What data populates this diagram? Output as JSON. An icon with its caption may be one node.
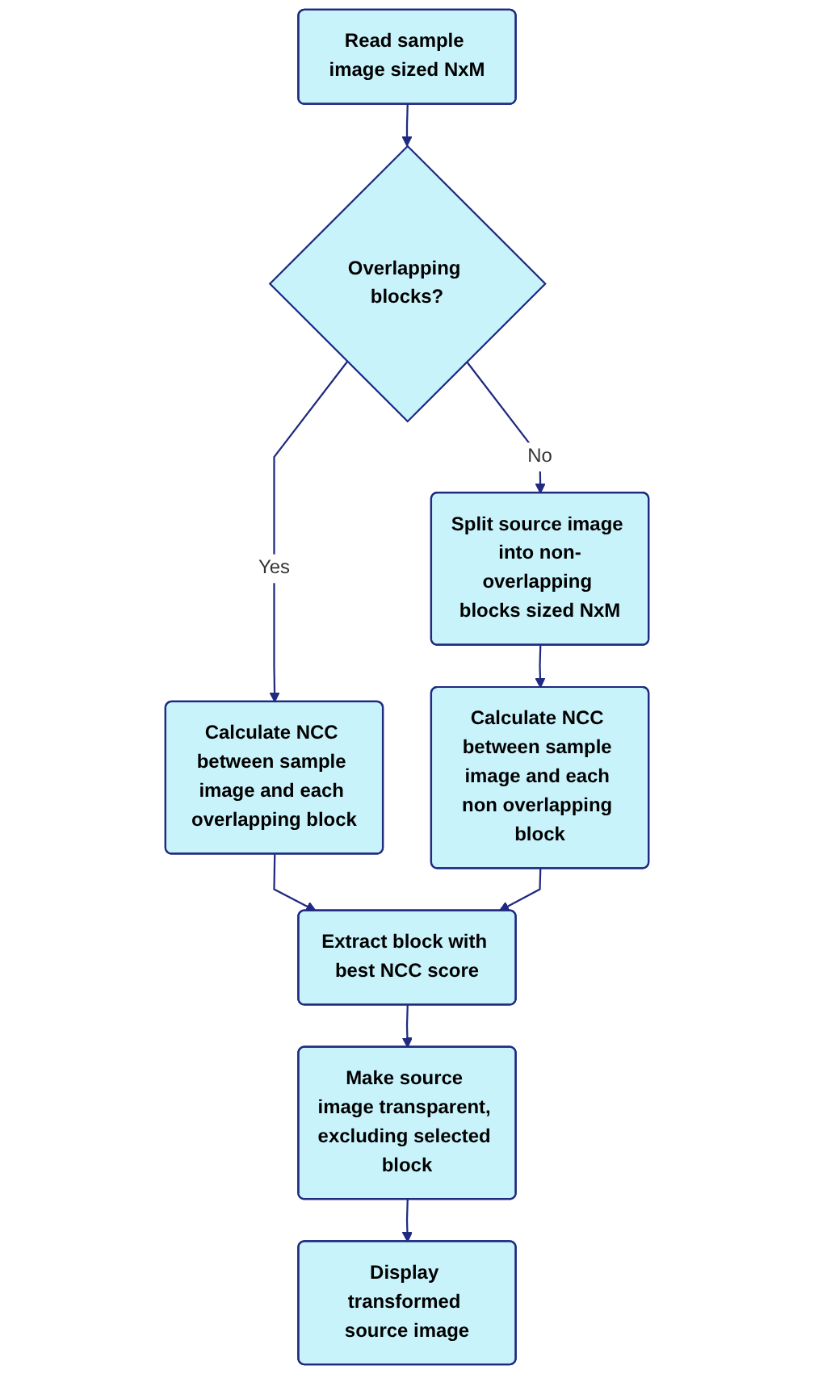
{
  "diagram": {
    "nodes": [
      {
        "text": [
          "Read sample image sized NxM"
        ]
      },
      {
        "text": [
          "Overlapping blocks?"
        ]
      },
      {
        "text": [
          "Split source image into non-overlapping blocks sized NxM"
        ]
      },
      {
        "text": [
          "Calculate NCC between sample image and each overlapping block"
        ]
      },
      {
        "text": [
          "Calculate NCC between sample image and each non overlapping block"
        ]
      },
      {
        "text": [
          "Extract block with best NCC score"
        ]
      },
      {
        "text": [
          "Make source image transparent, excluding selected block"
        ]
      },
      {
        "text": [
          "Display transformed source image"
        ]
      }
    ],
    "edges": [
      {
        "from": 0,
        "to": 1,
        "arrow": "to"
      },
      {
        "from": 1,
        "to": 2,
        "arrow": "to",
        "label": "No"
      },
      {
        "from": 1,
        "to": 3,
        "arrow": "to",
        "label": "Yes"
      },
      {
        "from": 2,
        "to": 4,
        "arrow": "to"
      },
      {
        "from": 3,
        "to": 5,
        "arrow": "to"
      },
      {
        "from": 4,
        "to": 5,
        "arrow": "to"
      },
      {
        "from": 5,
        "to": 6,
        "arrow": "to"
      },
      {
        "from": 6,
        "to": 7,
        "arrow": "to"
      }
    ]
  }
}
